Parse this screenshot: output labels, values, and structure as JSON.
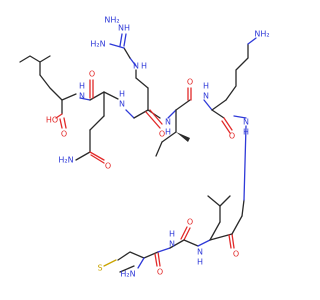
{
  "labels": {
    "oh_acid": "HO",
    "o_acid": "O",
    "nh_leu_gln": "H",
    "n_leu_gln": "N",
    "o_gln_c": "O",
    "nh2_gln": "H₂N",
    "o_gln_amide": "O",
    "nh_gln_arg": "H",
    "n_gln_arg": "N",
    "o_arg_c": "O",
    "nh_guan": "H",
    "n_guan": "N",
    "nh2_guan_top": "NH₂",
    "nh_guan_imine": "NH",
    "h2n_guan_left": "H₂N",
    "nh_arg_ile": "H",
    "n_arg_ile": "N",
    "o_ile_c": "O",
    "nh_ile_lys": "H",
    "n_ile_lys": "N",
    "o_lys_c": "O",
    "nh2_lys": "NH₂",
    "nh_lys_leu": "H",
    "n_lys_leu": "N",
    "s_met": "S",
    "nh2_met": "H₂N",
    "o_met_c": "O",
    "nh_met_gly": "H",
    "n_met_gly": "N",
    "o_gly_c": "O",
    "nh_gly_leu": "H",
    "n_gly_leu": "N",
    "o_leu2_c": "O"
  },
  "colors": {
    "carbon": "#2a2a2a",
    "nitrogen": "#2f3ad8",
    "oxygen": "#e22a2a",
    "sulfur": "#c9a400"
  }
}
